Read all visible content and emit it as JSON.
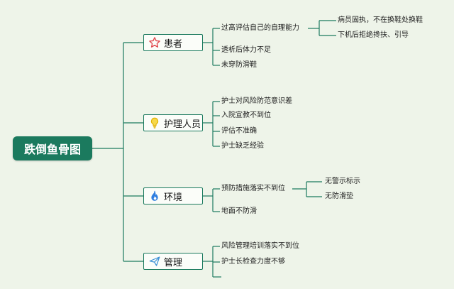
{
  "root": {
    "label": "跌倒鱼骨图"
  },
  "categories": [
    {
      "label": "患者",
      "icon": "star-icon",
      "causes": [
        {
          "label": "过高评估自己的自理能力",
          "subcauses": [
            "病员固执，不在换鞋处换鞋",
            "下机后拒绝搀扶、引导"
          ]
        },
        {
          "label": "透析后体力不足"
        },
        {
          "label": "未穿防滑鞋"
        }
      ]
    },
    {
      "label": "护理人员",
      "icon": "lightbulb-icon",
      "causes": [
        {
          "label": "护士对风险防范意识差"
        },
        {
          "label": "入院宣教不到位"
        },
        {
          "label": "评估不准确"
        },
        {
          "label": "护士缺乏经验"
        }
      ]
    },
    {
      "label": "环境",
      "icon": "flame-icon",
      "causes": [
        {
          "label": "预防措施落实不到位",
          "subcauses": [
            "无警示标示",
            "无防滑垫"
          ]
        },
        {
          "label": "地面不防滑"
        }
      ]
    },
    {
      "label": "管理",
      "icon": "paper-plane-icon",
      "causes": [
        {
          "label": "风险管理培训落实不到位"
        },
        {
          "label": "护士长检查力度不够"
        }
      ]
    }
  ],
  "colors": {
    "accent": "#1b7a5e",
    "background": "#eef4e9",
    "star": "#e0474c",
    "bulb": "#f0c419",
    "flame": "#2f7fe0",
    "plane": "#3b8fd6"
  }
}
